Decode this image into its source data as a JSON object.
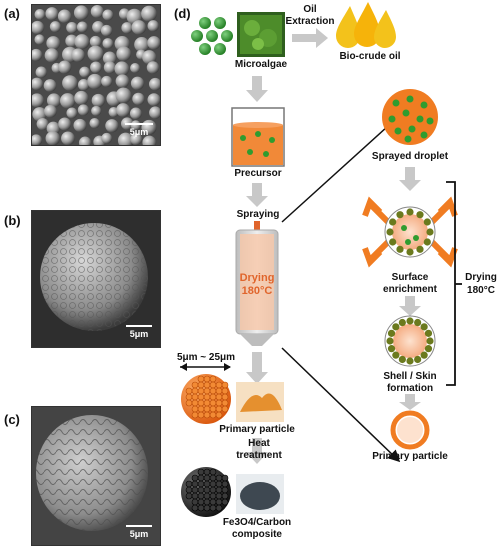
{
  "panels": {
    "a": {
      "label": "(a)",
      "scale": "5μm"
    },
    "b": {
      "label": "(b)",
      "scale": "5μm"
    },
    "c": {
      "label": "(c)",
      "scale": "5μm"
    },
    "d": {
      "label": "(d)"
    }
  },
  "flow": {
    "microalgae": "Microalgae",
    "oil_extraction": [
      "Oil",
      "Extraction"
    ],
    "bio_crude_oil": "Bio-crude oil",
    "precursor": "Precursor",
    "spraying": "Spraying",
    "drying_label": [
      "Drying",
      "180°C"
    ],
    "size_range": "5μm ~ 25μm",
    "primary_particle": "Primary particle",
    "heat_treatment": [
      "Heat",
      "treatment"
    ],
    "composite": [
      "Fe3O4/Carbon",
      "composite"
    ]
  },
  "mechanism": {
    "sprayed_droplet": "Sprayed droplet",
    "surface_enrichment": [
      "Surface",
      "enrichment"
    ],
    "shell_formation": [
      "Shell / Skin",
      "formation"
    ],
    "primary_particle": "Primary particle",
    "drying": [
      "Drying",
      "180°C"
    ]
  },
  "colors": {
    "orange": "#f07c22",
    "green_bead": "#2f9c2f",
    "olive_bead": "#6b7a1e",
    "arrow_gray": "#c8c8c8",
    "oil_yellow": "#f3c21b"
  }
}
